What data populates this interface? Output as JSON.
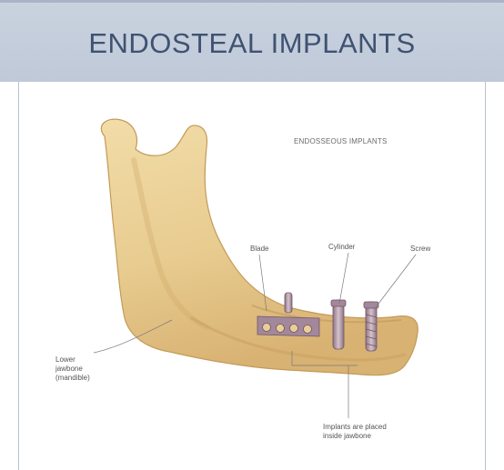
{
  "slide": {
    "title": "ENDOSTEAL IMPLANTS"
  },
  "diagram": {
    "heading": "ENDOSSEOUS IMPLANTS",
    "labels": {
      "blade": "Blade",
      "cylinder": "Cylinder",
      "screw": "Screw",
      "lower_jaw_line1": "Lower",
      "lower_jaw_line2": "jawbone",
      "lower_jaw_line3": "(mandible)",
      "placed_line1": "Implants are placed",
      "placed_line2": "inside jawbone"
    }
  },
  "colors": {
    "title_bar": "#c4cedc",
    "title_text": "#3f5271",
    "bone": "#e9cf96",
    "bone_shadow": "#c99f5c",
    "implant": "#b49aa8"
  }
}
